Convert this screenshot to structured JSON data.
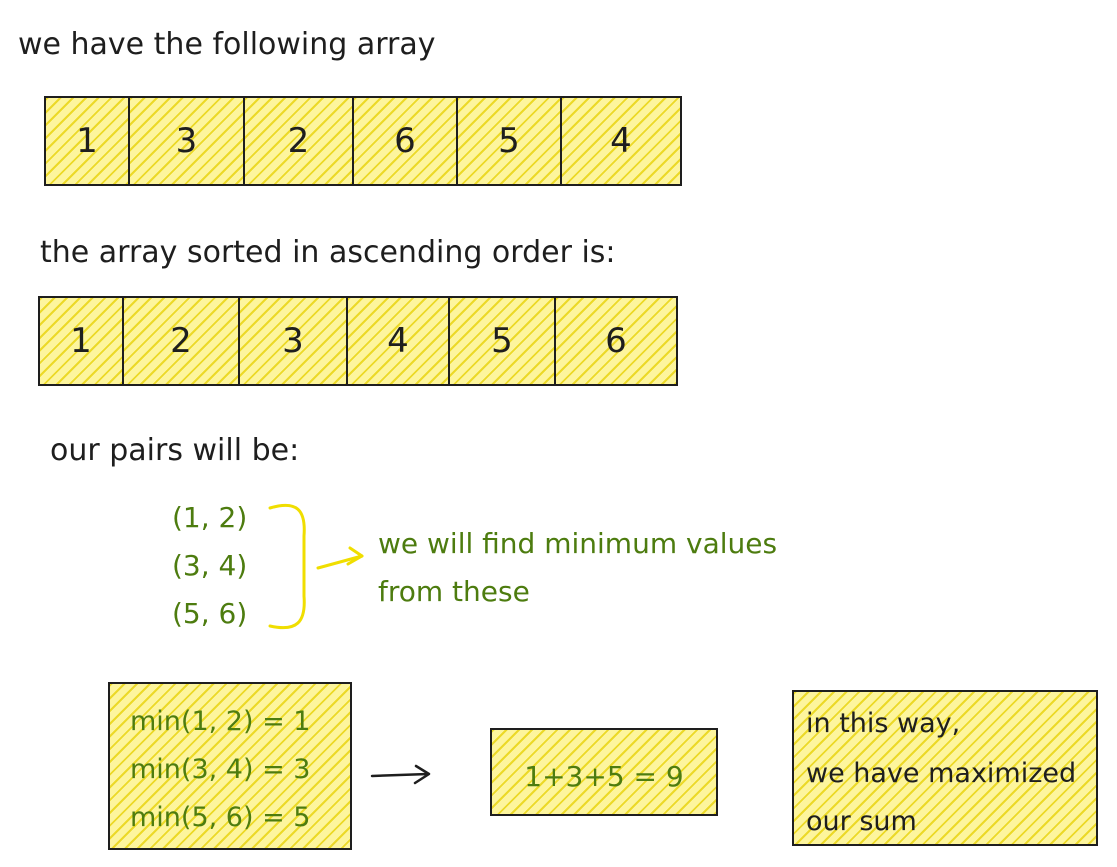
{
  "texts": {
    "intro": "we have the following array",
    "sorted_intro": "the array sorted in ascending order is:",
    "pairs_intro": "our pairs will be:",
    "note_line1": "we will find minimum values",
    "note_line2": "from these"
  },
  "original_array": [
    "1",
    "3",
    "2",
    "6",
    "5",
    "4"
  ],
  "sorted_array": [
    "1",
    "2",
    "3",
    "4",
    "5",
    "6"
  ],
  "pairs": [
    "(1, 2)",
    "(3, 4)",
    "(5, 6)"
  ],
  "min_lines": [
    "min(1, 2) = 1",
    "min(3, 4) = 3",
    "min(5, 6) = 5"
  ],
  "sum_text": "1+3+5 = 9",
  "conclusion": [
    "in this way,",
    "we have maximized",
    "our sum"
  ],
  "colors": {
    "fill": "#fdf59d",
    "hatch": "#e6d000",
    "stroke": "#1e1e1e",
    "green_text": "#4d7c0f",
    "bracket": "#f0de00"
  }
}
